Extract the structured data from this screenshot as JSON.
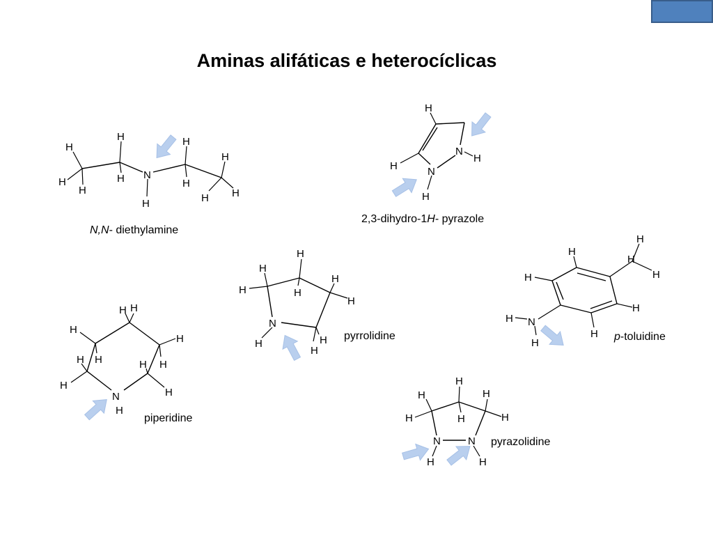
{
  "slide": {
    "title": "Aminas alifáticas e heterocíclicas",
    "accent_color": "#4f81bd",
    "arrow_color": "#b9cfee"
  },
  "molecules": {
    "diethylamine": {
      "prefix": "N,N",
      "name": "- diethylamine"
    },
    "dihydropyrazole": {
      "name_a": "2,3-dihydro-1",
      "name_h": "H",
      "name_b": "- pyrazole"
    },
    "pyrrolidine": {
      "name": "pyrrolidine"
    },
    "toluidine": {
      "prefix": "p",
      "name": "-toluidine"
    },
    "piperidine": {
      "name": "piperidine"
    },
    "pyrazolidine": {
      "name": "pyrazolidine"
    }
  },
  "atoms": {
    "H": "H",
    "N": "N"
  }
}
